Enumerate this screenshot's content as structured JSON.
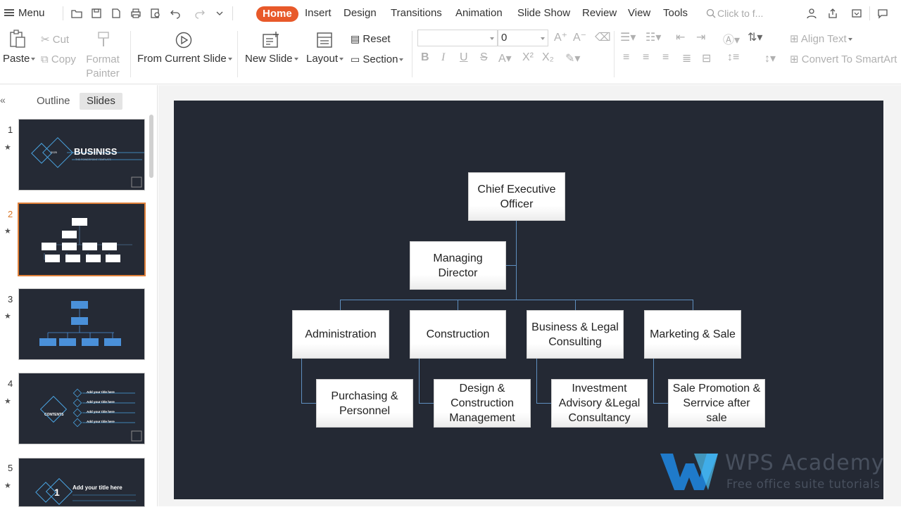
{
  "menubar": {
    "menu_label": "Menu",
    "tabs": [
      {
        "label": "Home",
        "active": true
      },
      {
        "label": "Insert"
      },
      {
        "label": "Design"
      },
      {
        "label": "Transitions"
      },
      {
        "label": "Animation"
      },
      {
        "label": "Slide Show"
      },
      {
        "label": "Review"
      },
      {
        "label": "View"
      },
      {
        "label": "Tools"
      }
    ],
    "search_placeholder": "Click to f..."
  },
  "ribbon": {
    "paste": "Paste",
    "cut": "Cut",
    "copy": "Copy",
    "format_painter_1": "Format",
    "format_painter_2": "Painter",
    "from_current_slide": "From Current Slide",
    "new_slide": "New Slide",
    "layout": "Layout",
    "reset": "Reset",
    "section": "Section",
    "font_size": "0",
    "align_text": "Align Text",
    "convert_smartart": "Convert To SmartArt"
  },
  "panel": {
    "tab_outline": "Outline",
    "tab_slides": "Slides",
    "slides": [
      {
        "number": "1",
        "title": "BUSINISS",
        "subtitle": "THE POWERPOINT TEMPLATE",
        "badge": "2025"
      },
      {
        "number": "2",
        "selected": true
      },
      {
        "number": "3"
      },
      {
        "number": "4",
        "contents_label": "CONTENTS",
        "items": [
          "Add your title here",
          "Add your title here",
          "Add your title here",
          "Add your title here"
        ]
      },
      {
        "number": "5",
        "big_number": "1",
        "title": "Add your title here"
      }
    ]
  },
  "org": {
    "ceo": "Chief Executive Officer",
    "md": "Managing Director",
    "departments": [
      "Administration",
      "Construction",
      "Business & Legal Consulting",
      "Marketing & Sale"
    ],
    "subunits": [
      "Purchasing & Personnel",
      "Design & Construction Management",
      "Investment Advisory &Legal Consultancy",
      "Sale Promotion & Serrvice after sale"
    ]
  },
  "watermark": {
    "title": "WPS Academy",
    "subtitle": "Free office suite tutorials"
  },
  "colors": {
    "accent": "#e8592a",
    "slide_bg": "#242934",
    "org_line": "#5f8fbf",
    "selected_thumb_border": "#e0803a"
  }
}
